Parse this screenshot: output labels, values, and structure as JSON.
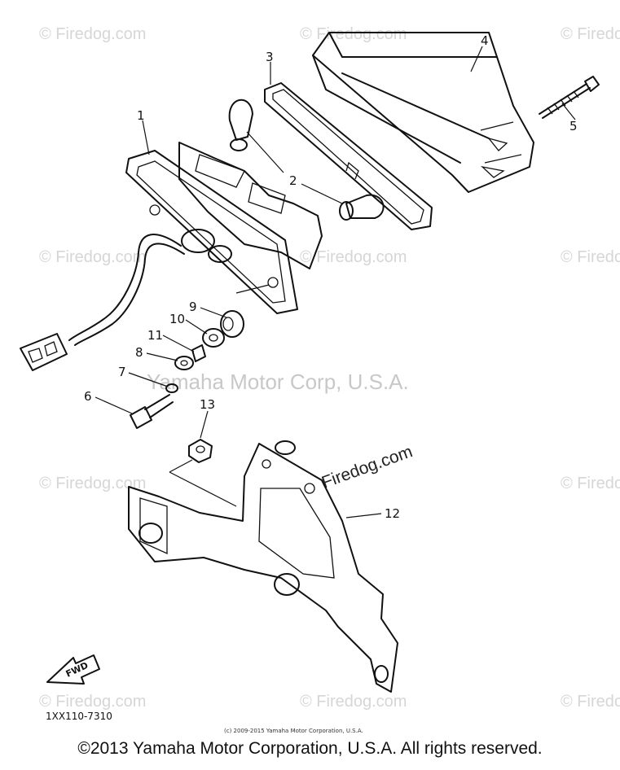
{
  "watermarks": {
    "firedog": "© Firedog.com",
    "firedog_plain": "Firedog.com",
    "center": "Yamaha Motor Corp, U.S.A."
  },
  "callouts": [
    "1",
    "2",
    "3",
    "4",
    "5",
    "6",
    "7",
    "8",
    "9",
    "10",
    "11",
    "12",
    "13"
  ],
  "part_code": "1XX110-7310",
  "fwd_label": "FWD",
  "small_copyright": "(c) 2009-2015 Yamaha Motor Corporation, U.S.A.",
  "copyright": "©2013 Yamaha Motor Corporation, U.S.A. All rights reserved."
}
